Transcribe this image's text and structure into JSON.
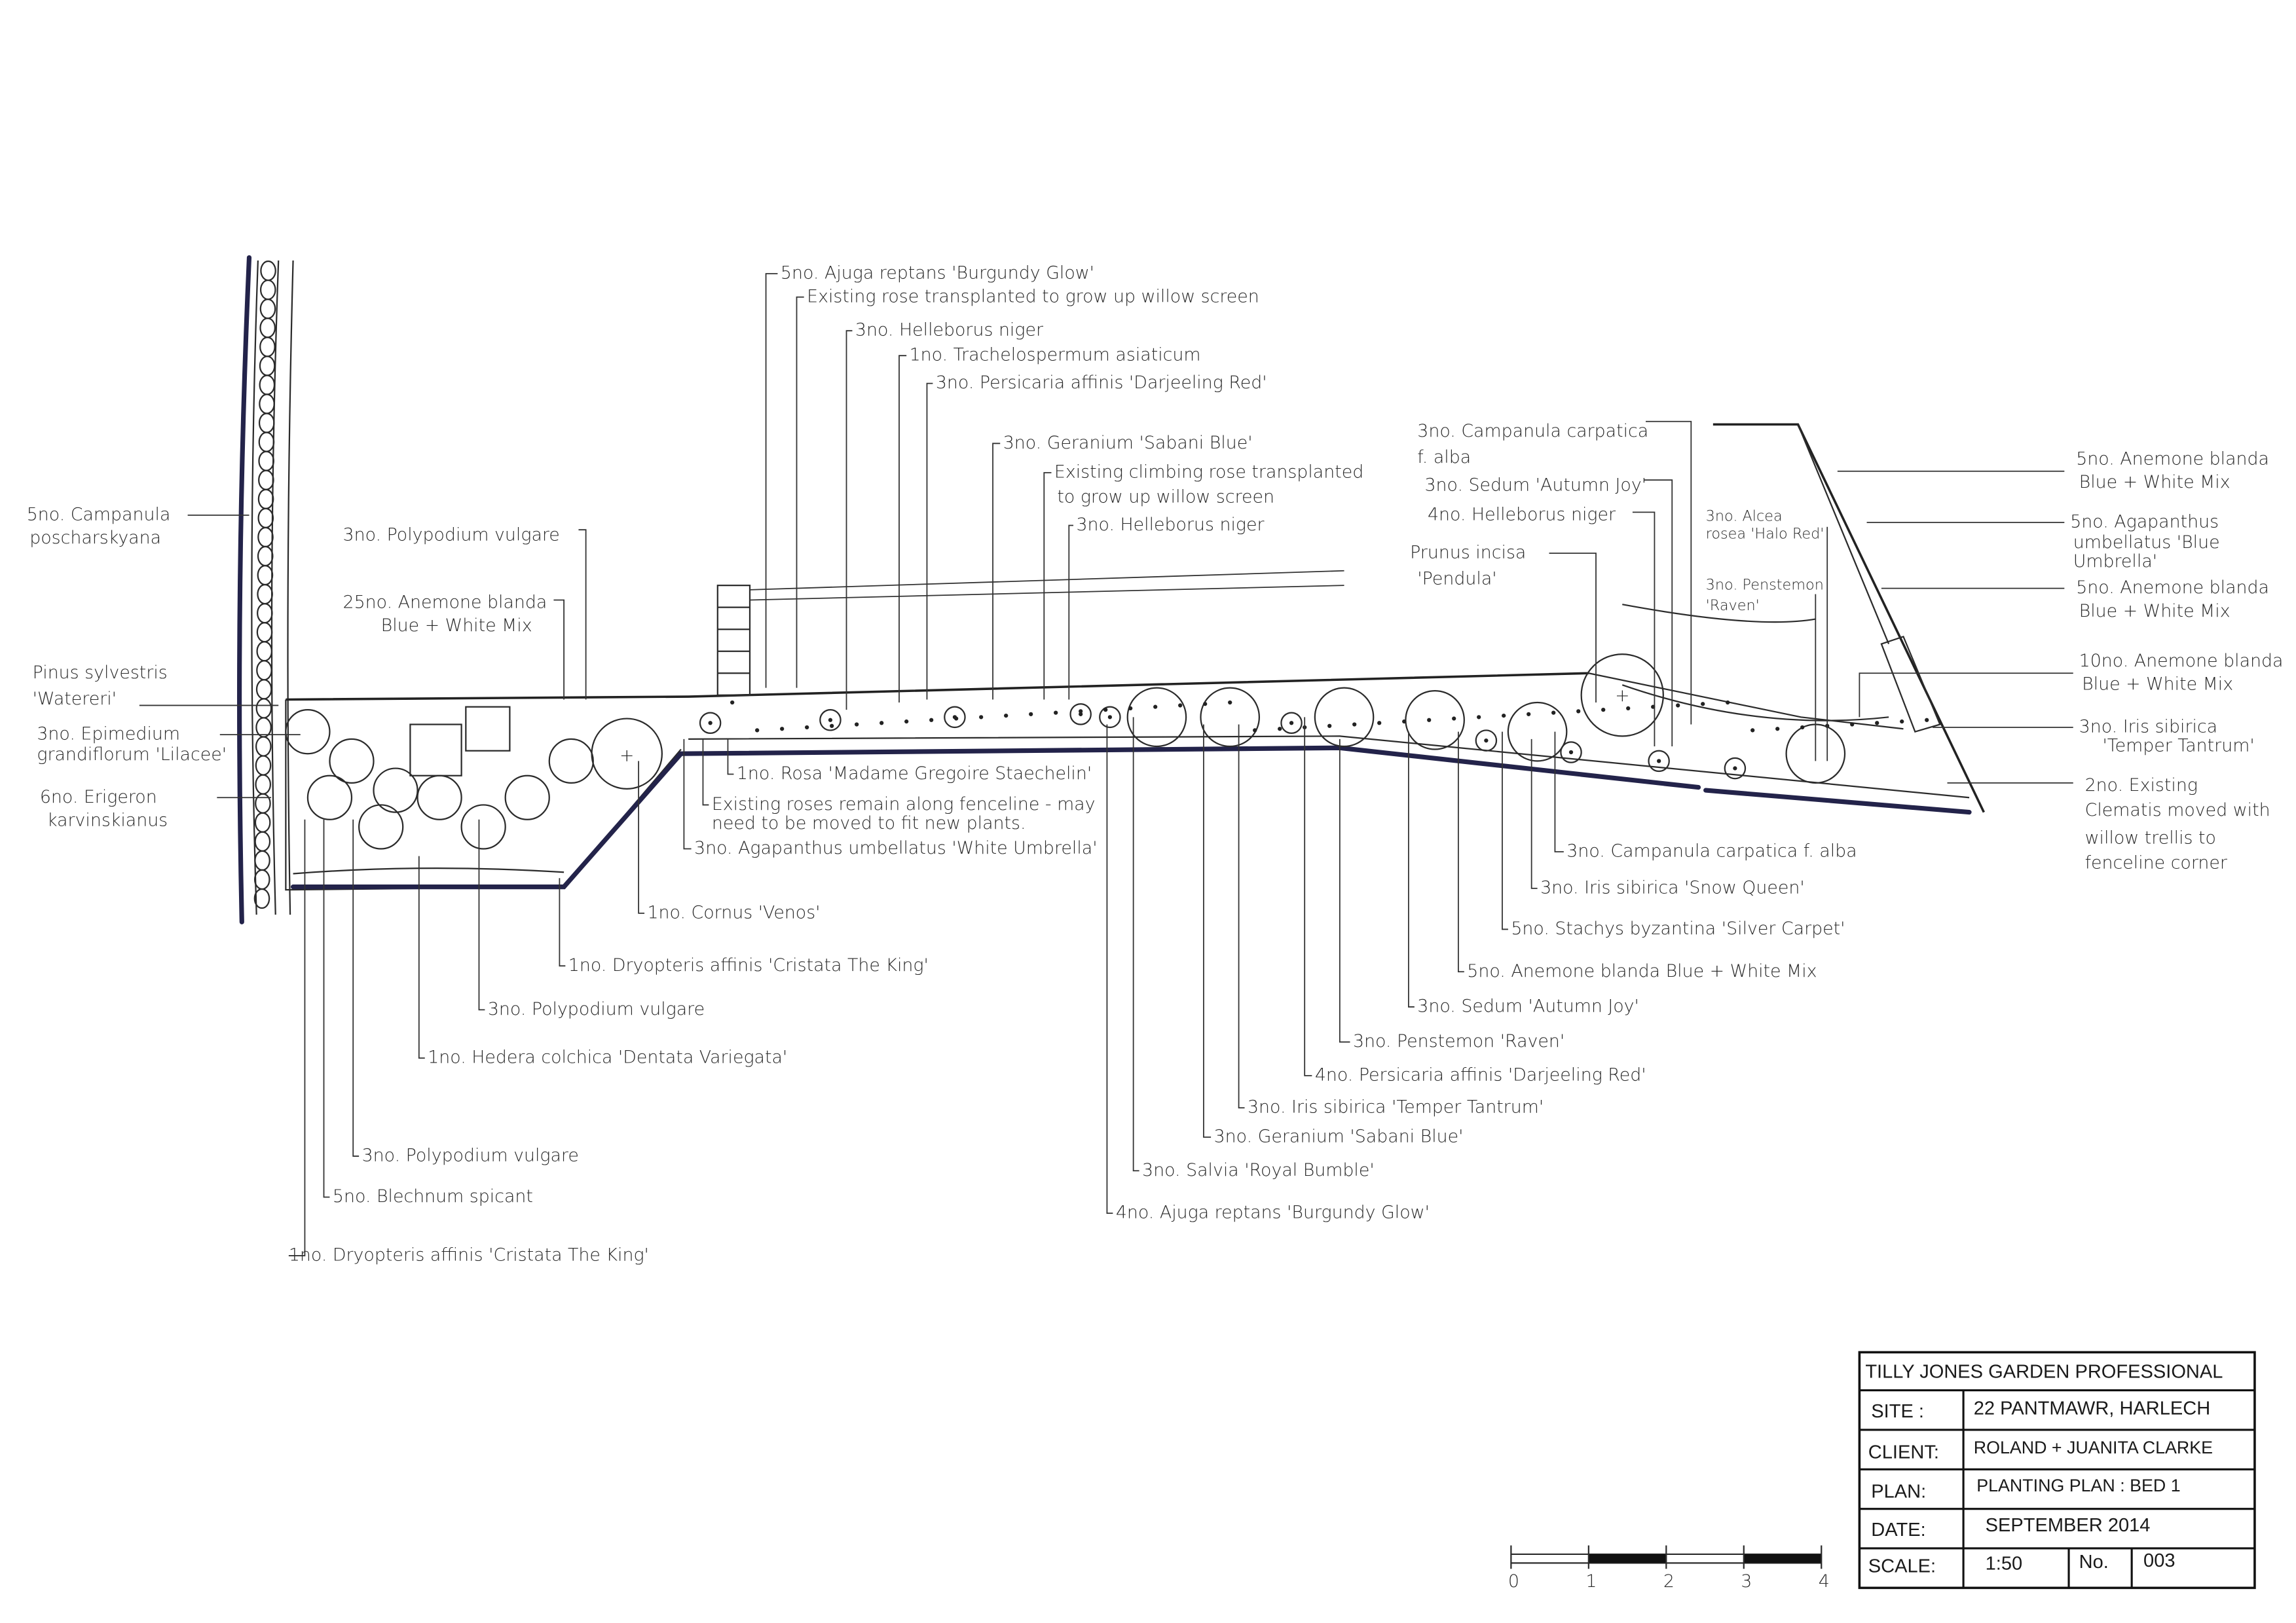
{
  "labels": {
    "top": [
      [
        "5no. Ajuga reptans 'Burgundy Glow'"
      ],
      [
        "Existing rose transplanted to grow up willow screen"
      ],
      [
        "3no. Helleborus niger"
      ],
      [
        "1no. Trachelospermum asiaticum"
      ],
      [
        "3no. Persicaria affinis 'Darjeeling Red'"
      ],
      [
        "3no. Geranium 'Sabani Blue'"
      ],
      [
        "Existing climbing rose transplanted",
        "to grow up willow screen"
      ],
      [
        "3no. Helleborus niger"
      ]
    ],
    "left": [
      [
        "5no. Campanula",
        "poscharskyana"
      ],
      [
        "3no. Polypodium vulgare"
      ],
      [
        "25no. Anemone blanda",
        "Blue + White Mix"
      ],
      [
        "Pinus sylvestris",
        "'Watereri'"
      ],
      [
        "3no. Epimedium",
        "grandiflorum 'Lilacee'"
      ],
      [
        "6no. Erigeron",
        "karvinskianus"
      ]
    ],
    "bottom_left": [
      "1no. Cornus 'Venos'",
      "1no. Dryopteris affinis 'Cristata The King'",
      "3no. Polypodium vulgare",
      "1no. Hedera colchica 'Dentata Variegata'",
      "3no. Polypodium vulgare",
      "5no. Blechnum spicant",
      "1no. Dryopteris affinis 'Cristata The King'"
    ],
    "middle": [
      [
        "1no. Rosa 'Madame Gregoire Staechelin'"
      ],
      [
        "Existing roses remain along fenceline - may",
        "need to be moved to fit new plants."
      ],
      [
        "3no. Agapanthus umbellatus 'White Umbrella'"
      ]
    ],
    "bottom_mid": [
      "3no. Campanula carpatica f. alba",
      "3no. Iris sibirica 'Snow Queen'",
      "5no. Stachys byzantina 'Silver Carpet'",
      "5no. Anemone blanda Blue + White Mix",
      "3no. Sedum 'Autumn Joy'",
      "3no. Penstemon 'Raven'",
      "4no. Persicaria affinis 'Darjeeling Red'",
      "3no. Iris sibirica 'Temper Tantrum'",
      "3no. Geranium 'Sabani Blue'",
      "3no. Salvia 'Royal Bumble'",
      "4no. Ajuga reptans 'Burgundy Glow'"
    ],
    "right_upper": [
      [
        "3no. Campanula carpatica",
        "f. alba"
      ],
      [
        "3no. Sedum 'Autumn Joy'"
      ],
      [
        "4no. Helleborus niger"
      ],
      [
        "Prunus incisa",
        "'Pendula'"
      ],
      [
        "3no. Alcea",
        "rosea 'Halo Red'"
      ],
      [
        "3no. Penstemon",
        "'Raven'"
      ]
    ],
    "far_right": [
      [
        "5no. Anemone blanda",
        "Blue + White Mix"
      ],
      [
        "5no. Agapanthus",
        "umbellatus 'Blue",
        "Umbrella'"
      ],
      [
        "5no. Anemone blanda",
        "Blue + White Mix"
      ],
      [
        "10no. Anemone blanda",
        "Blue + White Mix"
      ],
      [
        "3no. Iris sibirica",
        "'Temper Tantrum'"
      ],
      [
        "2no. Existing",
        "Clematis moved with",
        "willow trellis to",
        "fenceline corner"
      ]
    ]
  },
  "title_block": {
    "company": "TILLY JONES GARDEN PROFESSIONAL",
    "site_label": "SITE :",
    "site": "22 PANTMAWR, HARLECH",
    "client_label": "CLIENT:",
    "client": "ROLAND + JUANITA CLARKE",
    "plan_label": "PLAN:",
    "plan": "PLANTING PLAN : BED 1",
    "date_label": "DATE:",
    "date": "SEPTEMBER 2014",
    "scale_label": "SCALE:",
    "scale": "1:50",
    "no_label": "No.",
    "number": "003"
  },
  "scale_bar": {
    "ticks": [
      "0",
      "1",
      "2",
      "3",
      "4"
    ]
  },
  "colors": {
    "ink": "#2b2b2b",
    "fence": "#23234a"
  }
}
